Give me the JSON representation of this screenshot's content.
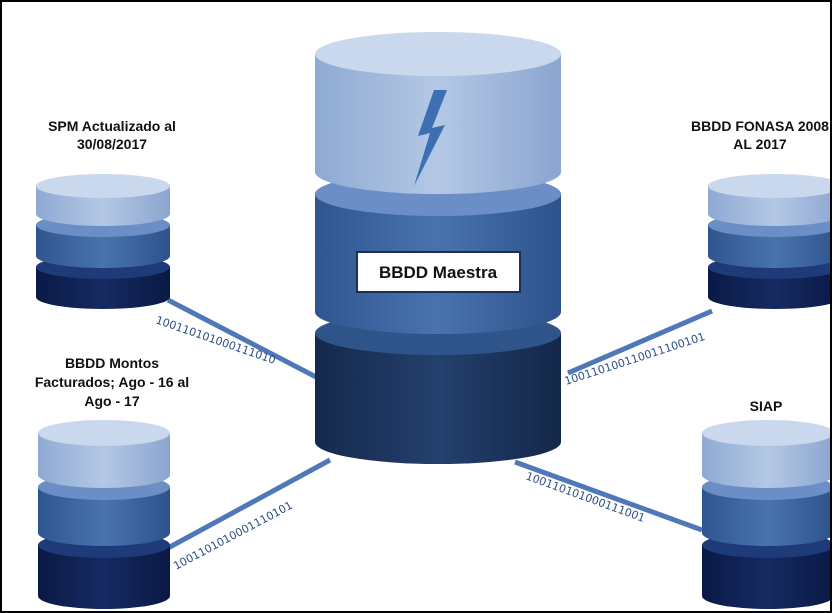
{
  "master": {
    "label": "BBDD Maestra"
  },
  "satellites": {
    "spm": {
      "line1": "SPM Actualizado al",
      "line2": "30/08/2017"
    },
    "fonasa": {
      "line1": "BBDD FONASA 2008",
      "line2": "AL 2017"
    },
    "montos": {
      "line1": "BBDD Montos",
      "line2": "Facturados; Ago - 16 al",
      "line3": "Ago - 17"
    },
    "siap": {
      "line1": "SIAP"
    }
  },
  "links": {
    "spm_bits": "100110101000111010",
    "fonasa_bits": "100110100110011100101",
    "montos_bits": "1001101010001110101",
    "siap_bits": "100110101000111001"
  },
  "colors": {
    "top_light": "#9cb6d9",
    "top_light_lid": "#c3d4ea",
    "mid": "#3e659f",
    "mid_lid": "#6286be",
    "dark": "#1a3560",
    "dark_lid": "#2f5489",
    "navy": "#0c1d4f",
    "link": "#4f78b8"
  }
}
